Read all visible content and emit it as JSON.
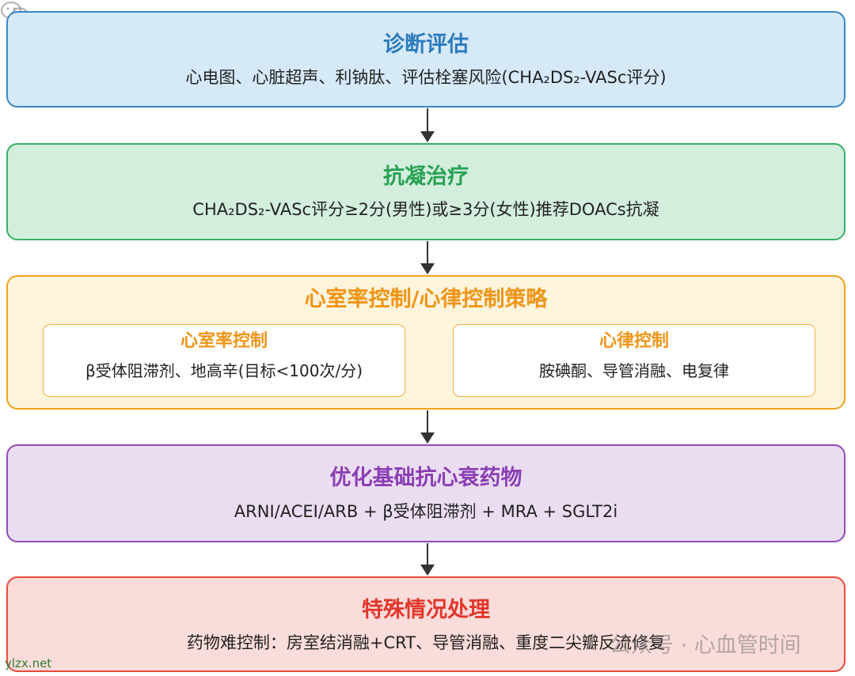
{
  "diagnosis": {
    "title": "诊断评估",
    "desc": "心电图、心脏超声、利钠肽、评估栓塞风险(CHA₂DS₂-VASc评分)"
  },
  "anticoag": {
    "title": "抗凝治疗",
    "desc": "CHA₂DS₂-VASc评分≥2分(男性)或≥3分(女性)推荐DOACs抗凝"
  },
  "strategy": {
    "title": "心室率控制/心律控制策略",
    "rate": {
      "title": "心室率控制",
      "desc": "β受体阻滞剂、地高辛(目标<100次/分)"
    },
    "rhythm": {
      "title": "心律控制",
      "desc": "胺碘酮、导管消融、电复律"
    }
  },
  "hf_meds": {
    "title": "优化基础抗心衰药物",
    "desc": "ARNI/ACEI/ARB + β受体阻滞剂 + MRA + SGLT2i"
  },
  "special": {
    "title": "特殊情况处理",
    "desc": "药物难控制：房室结消融+CRT、导管消融、重度二尖瓣反流修复"
  },
  "watermark": {
    "icon": "wechat-icon",
    "text": "公众号 · 心血管时间"
  },
  "site_tag": "ylzx.net"
}
